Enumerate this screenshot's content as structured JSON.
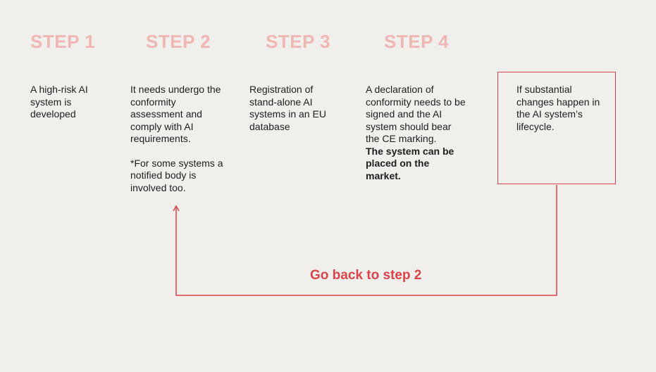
{
  "steps": [
    {
      "title": "STEP 1",
      "lines": [
        "A high-risk AI system is developed"
      ]
    },
    {
      "title": "STEP 2",
      "lines": [
        "It needs undergo the conformity assessment and comply with AI requirements."
      ],
      "note": "*For some systems a notified body is involved too."
    },
    {
      "title": "STEP 3",
      "lines": [
        "Registration of stand-alone AI systems in an EU database"
      ]
    },
    {
      "title": "STEP 4",
      "lines": [
        "A declaration of conformity needs to be signed and the AI system should bear the CE marking."
      ],
      "bold": "The system can be placed on the market."
    }
  ],
  "condition": {
    "text": "If substantial changes happen in the AI system’s lifecycle."
  },
  "loop": {
    "label": "Go back to step 2"
  },
  "colors": {
    "background": "#f1efec",
    "step_title": "#efb6b3",
    "accent": "#d9444b",
    "text": "#1e1e1e"
  }
}
